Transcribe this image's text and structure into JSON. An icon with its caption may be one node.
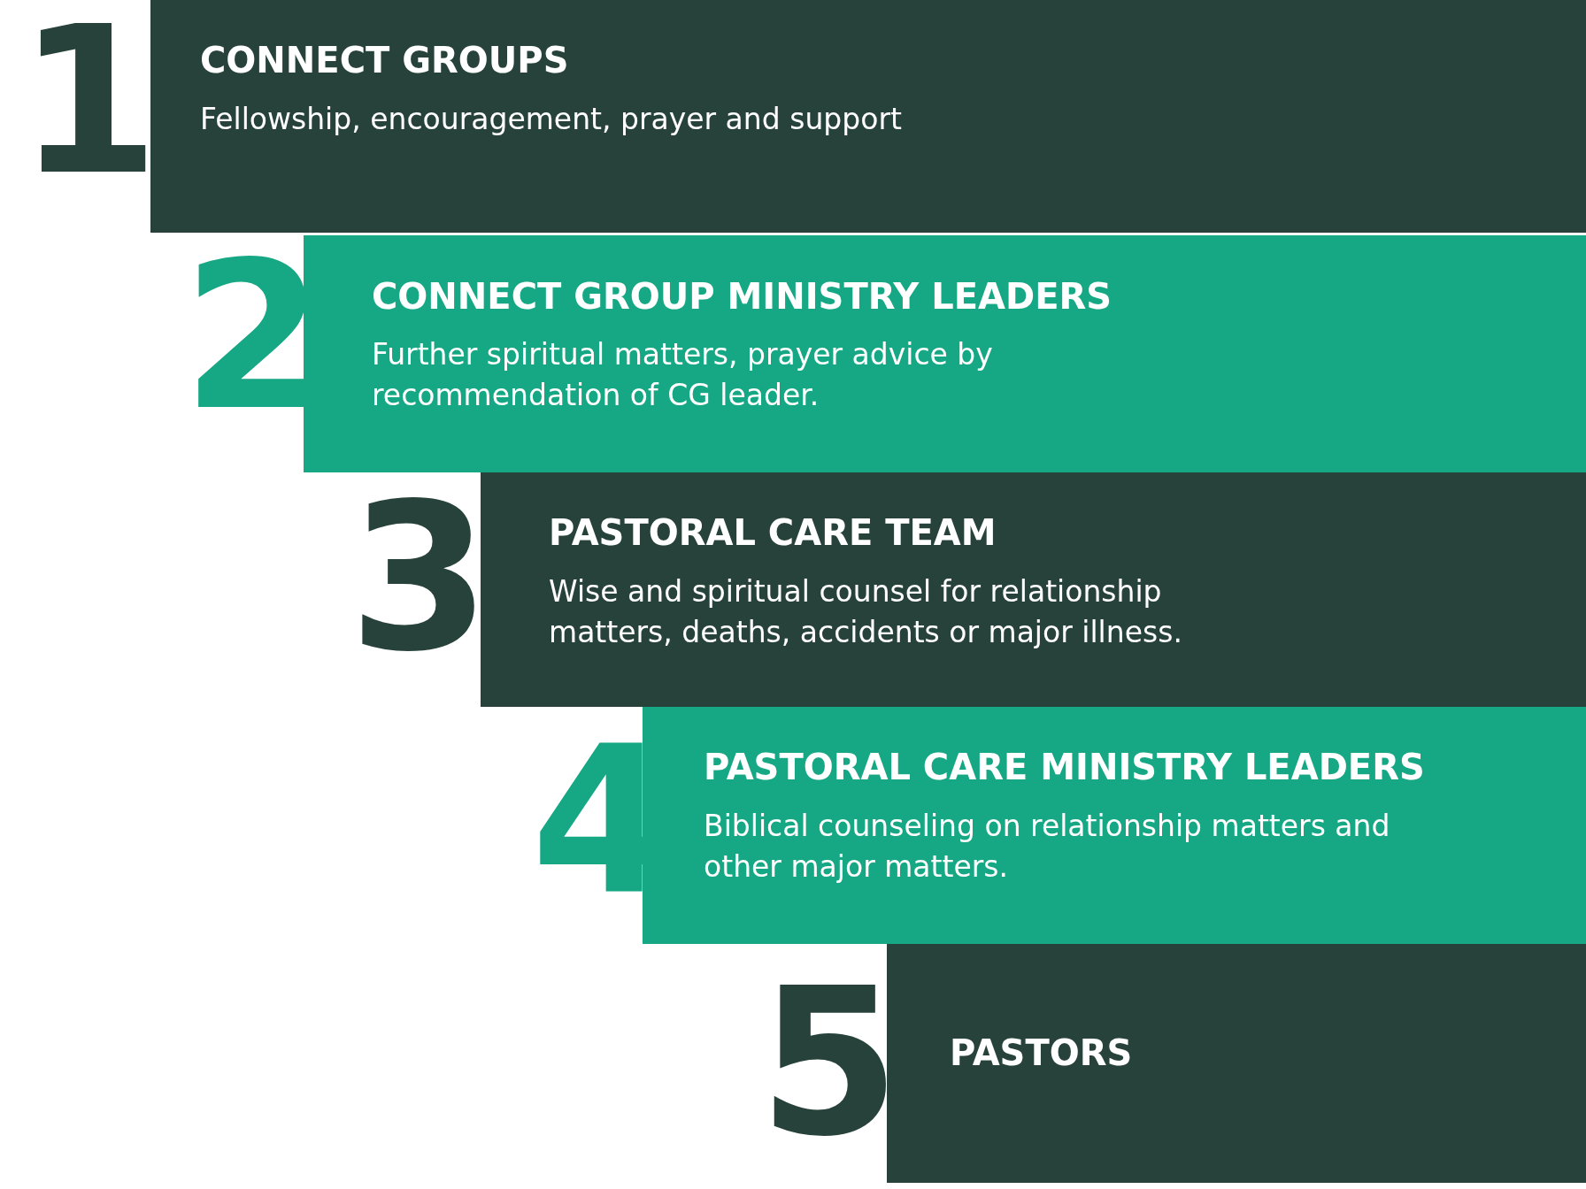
{
  "diagram": {
    "nodes": [
      {
        "text": [
          "1",
          "CONNECT GROUPS",
          "Fellowship, encouragement, prayer and support"
        ]
      },
      {
        "text": [
          "2",
          "CONNECT GROUP MINISTRY LEADERS",
          "Further spiritual matters, prayer advice by recommendation of CG leader."
        ]
      },
      {
        "text": [
          "3",
          "PASTORAL CARE TEAM",
          "Wise and spiritual counsel for relationship matters, deaths, accidents or major illness."
        ]
      },
      {
        "text": [
          "4",
          "PASTORAL CARE MINISTRY LEADERS",
          "Biblical counseling on relationship matters and other major matters."
        ]
      },
      {
        "text": [
          "5",
          "PASTORS"
        ]
      }
    ]
  }
}
